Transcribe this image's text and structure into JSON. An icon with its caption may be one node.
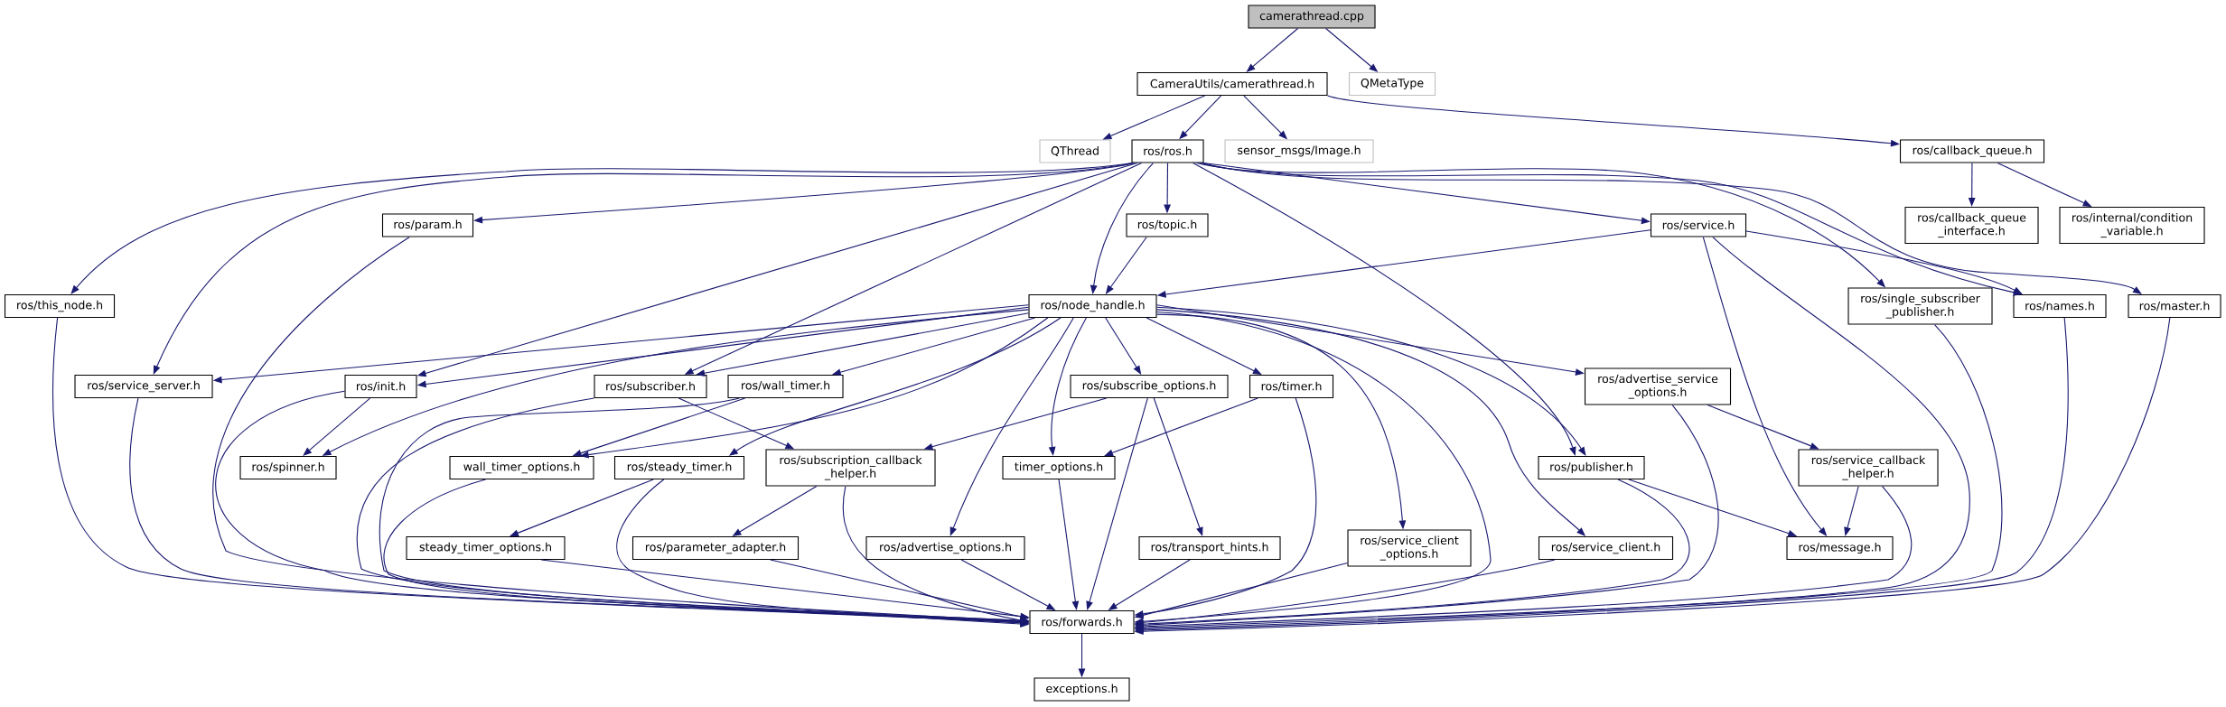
{
  "diagram": {
    "nodes": [
      {
        "text": [
          "camerathread.cpp"
        ]
      },
      {
        "text": [
          "CameraUtils/camerathread.h"
        ]
      },
      {
        "text": [
          "QMetaType"
        ]
      },
      {
        "text": [
          "QThread"
        ]
      },
      {
        "text": [
          "ros/ros.h"
        ]
      },
      {
        "text": [
          "sensor_msgs/Image.h"
        ]
      },
      {
        "text": [
          "ros/callback_queue.h"
        ]
      },
      {
        "text": [
          "ros/param.h"
        ]
      },
      {
        "text": [
          "ros/topic.h"
        ]
      },
      {
        "text": [
          "ros/service.h"
        ]
      },
      {
        "text": [
          "ros/callback_queue _interface.h"
        ]
      },
      {
        "text": [
          "ros/internal/condition _variable.h"
        ]
      },
      {
        "text": [
          "ros/this_node.h"
        ]
      },
      {
        "text": [
          "ros/node_handle.h"
        ]
      },
      {
        "text": [
          "ros/single_subscriber _publisher.h"
        ]
      },
      {
        "text": [
          "ros/names.h"
        ]
      },
      {
        "text": [
          "ros/master.h"
        ]
      },
      {
        "text": [
          "ros/service_server.h"
        ]
      },
      {
        "text": [
          "ros/init.h"
        ]
      },
      {
        "text": [
          "ros/subscriber.h"
        ]
      },
      {
        "text": [
          "ros/wall_timer.h"
        ]
      },
      {
        "text": [
          "ros/subscribe_options.h"
        ]
      },
      {
        "text": [
          "ros/timer.h"
        ]
      },
      {
        "text": [
          "ros/advertise_service _options.h"
        ]
      },
      {
        "text": [
          "ros/spinner.h"
        ]
      },
      {
        "text": [
          "wall_timer_options.h"
        ]
      },
      {
        "text": [
          "ros/steady_timer.h"
        ]
      },
      {
        "text": [
          "ros/subscription_callback _helper.h"
        ]
      },
      {
        "text": [
          "timer_options.h"
        ]
      },
      {
        "text": [
          "ros/publisher.h"
        ]
      },
      {
        "text": [
          "ros/service_callback _helper.h"
        ]
      },
      {
        "text": [
          "steady_timer_options.h"
        ]
      },
      {
        "text": [
          "ros/parameter_adapter.h"
        ]
      },
      {
        "text": [
          "ros/advertise_options.h"
        ]
      },
      {
        "text": [
          "ros/transport_hints.h"
        ]
      },
      {
        "text": [
          "ros/service_client _options.h"
        ]
      },
      {
        "text": [
          "ros/service_client.h"
        ]
      },
      {
        "text": [
          "ros/message.h"
        ]
      },
      {
        "text": [
          "ros/forwards.h"
        ]
      },
      {
        "text": [
          "exceptions.h"
        ]
      }
    ],
    "edges": [
      {
        "from": 0,
        "to": 1,
        "arrow": "to"
      },
      {
        "from": 0,
        "to": 2,
        "arrow": "to"
      },
      {
        "from": 1,
        "to": 3,
        "arrow": "to"
      },
      {
        "from": 1,
        "to": 4,
        "arrow": "to"
      },
      {
        "from": 1,
        "to": 5,
        "arrow": "to"
      },
      {
        "from": 1,
        "to": 6,
        "arrow": "to"
      },
      {
        "from": 4,
        "to": 12,
        "arrow": "to"
      },
      {
        "from": 4,
        "to": 7,
        "arrow": "to"
      },
      {
        "from": 4,
        "to": 8,
        "arrow": "to"
      },
      {
        "from": 4,
        "to": 13,
        "arrow": "to"
      },
      {
        "from": 4,
        "to": 9,
        "arrow": "to"
      },
      {
        "from": 4,
        "to": 14,
        "arrow": "to"
      },
      {
        "from": 4,
        "to": 15,
        "arrow": "to"
      },
      {
        "from": 4,
        "to": 16,
        "arrow": "to"
      },
      {
        "from": 4,
        "to": 17,
        "arrow": "to"
      },
      {
        "from": 4,
        "to": 18,
        "arrow": "to"
      },
      {
        "from": 4,
        "to": 19,
        "arrow": "to"
      },
      {
        "from": 4,
        "to": 29,
        "arrow": "to"
      },
      {
        "from": 6,
        "to": 10,
        "arrow": "to"
      },
      {
        "from": 6,
        "to": 11,
        "arrow": "to"
      },
      {
        "from": 7,
        "to": 38,
        "arrow": "to"
      },
      {
        "from": 8,
        "to": 13,
        "arrow": "to"
      },
      {
        "from": 9,
        "to": 13,
        "arrow": "to"
      },
      {
        "from": 9,
        "to": 15,
        "arrow": "to"
      },
      {
        "from": 9,
        "to": 37,
        "arrow": "to"
      },
      {
        "from": 9,
        "to": 38,
        "arrow": "to"
      },
      {
        "from": 12,
        "to": 38,
        "arrow": "to"
      },
      {
        "from": 13,
        "to": 17,
        "arrow": "to"
      },
      {
        "from": 13,
        "to": 18,
        "arrow": "to"
      },
      {
        "from": 13,
        "to": 24,
        "arrow": "to"
      },
      {
        "from": 13,
        "to": 19,
        "arrow": "to"
      },
      {
        "from": 13,
        "to": 20,
        "arrow": "to"
      },
      {
        "from": 13,
        "to": 25,
        "arrow": "to"
      },
      {
        "from": 13,
        "to": 26,
        "arrow": "to"
      },
      {
        "from": 13,
        "to": 21,
        "arrow": "to"
      },
      {
        "from": 13,
        "to": 22,
        "arrow": "to"
      },
      {
        "from": 13,
        "to": 28,
        "arrow": "to"
      },
      {
        "from": 13,
        "to": 33,
        "arrow": "to"
      },
      {
        "from": 13,
        "to": 35,
        "arrow": "to"
      },
      {
        "from": 13,
        "to": 38,
        "arrow": "to"
      },
      {
        "from": 13,
        "to": 36,
        "arrow": "to"
      },
      {
        "from": 13,
        "to": 29,
        "arrow": "to"
      },
      {
        "from": 13,
        "to": 23,
        "arrow": "to"
      },
      {
        "from": 14,
        "to": 38,
        "arrow": "to"
      },
      {
        "from": 15,
        "to": 38,
        "arrow": "to"
      },
      {
        "from": 16,
        "to": 38,
        "arrow": "to"
      },
      {
        "from": 17,
        "to": 38,
        "arrow": "to"
      },
      {
        "from": 18,
        "to": 24,
        "arrow": "to"
      },
      {
        "from": 18,
        "to": 38,
        "arrow": "to"
      },
      {
        "from": 19,
        "to": 27,
        "arrow": "to"
      },
      {
        "from": 19,
        "to": 38,
        "arrow": "to"
      },
      {
        "from": 20,
        "to": 25,
        "arrow": "to"
      },
      {
        "from": 20,
        "to": 38,
        "arrow": "to"
      },
      {
        "from": 21,
        "to": 27,
        "arrow": "to"
      },
      {
        "from": 21,
        "to": 38,
        "arrow": "to"
      },
      {
        "from": 21,
        "to": 34,
        "arrow": "to"
      },
      {
        "from": 22,
        "to": 28,
        "arrow": "to"
      },
      {
        "from": 22,
        "to": 38,
        "arrow": "to"
      },
      {
        "from": 23,
        "to": 30,
        "arrow": "to"
      },
      {
        "from": 23,
        "to": 38,
        "arrow": "to"
      },
      {
        "from": 25,
        "to": 38,
        "arrow": "to"
      },
      {
        "from": 26,
        "to": 31,
        "arrow": "to"
      },
      {
        "from": 26,
        "to": 38,
        "arrow": "to"
      },
      {
        "from": 27,
        "to": 32,
        "arrow": "to"
      },
      {
        "from": 27,
        "to": 38,
        "arrow": "to"
      },
      {
        "from": 28,
        "to": 38,
        "arrow": "to"
      },
      {
        "from": 29,
        "to": 37,
        "arrow": "to"
      },
      {
        "from": 29,
        "to": 38,
        "arrow": "to"
      },
      {
        "from": 30,
        "to": 37,
        "arrow": "to"
      },
      {
        "from": 30,
        "to": 38,
        "arrow": "to"
      },
      {
        "from": 31,
        "to": 38,
        "arrow": "to"
      },
      {
        "from": 32,
        "to": 38,
        "arrow": "to"
      },
      {
        "from": 33,
        "to": 38,
        "arrow": "to"
      },
      {
        "from": 34,
        "to": 38,
        "arrow": "to"
      },
      {
        "from": 35,
        "to": 38,
        "arrow": "to"
      },
      {
        "from": 36,
        "to": 38,
        "arrow": "to"
      },
      {
        "from": 38,
        "to": 39,
        "arrow": "to"
      }
    ]
  }
}
